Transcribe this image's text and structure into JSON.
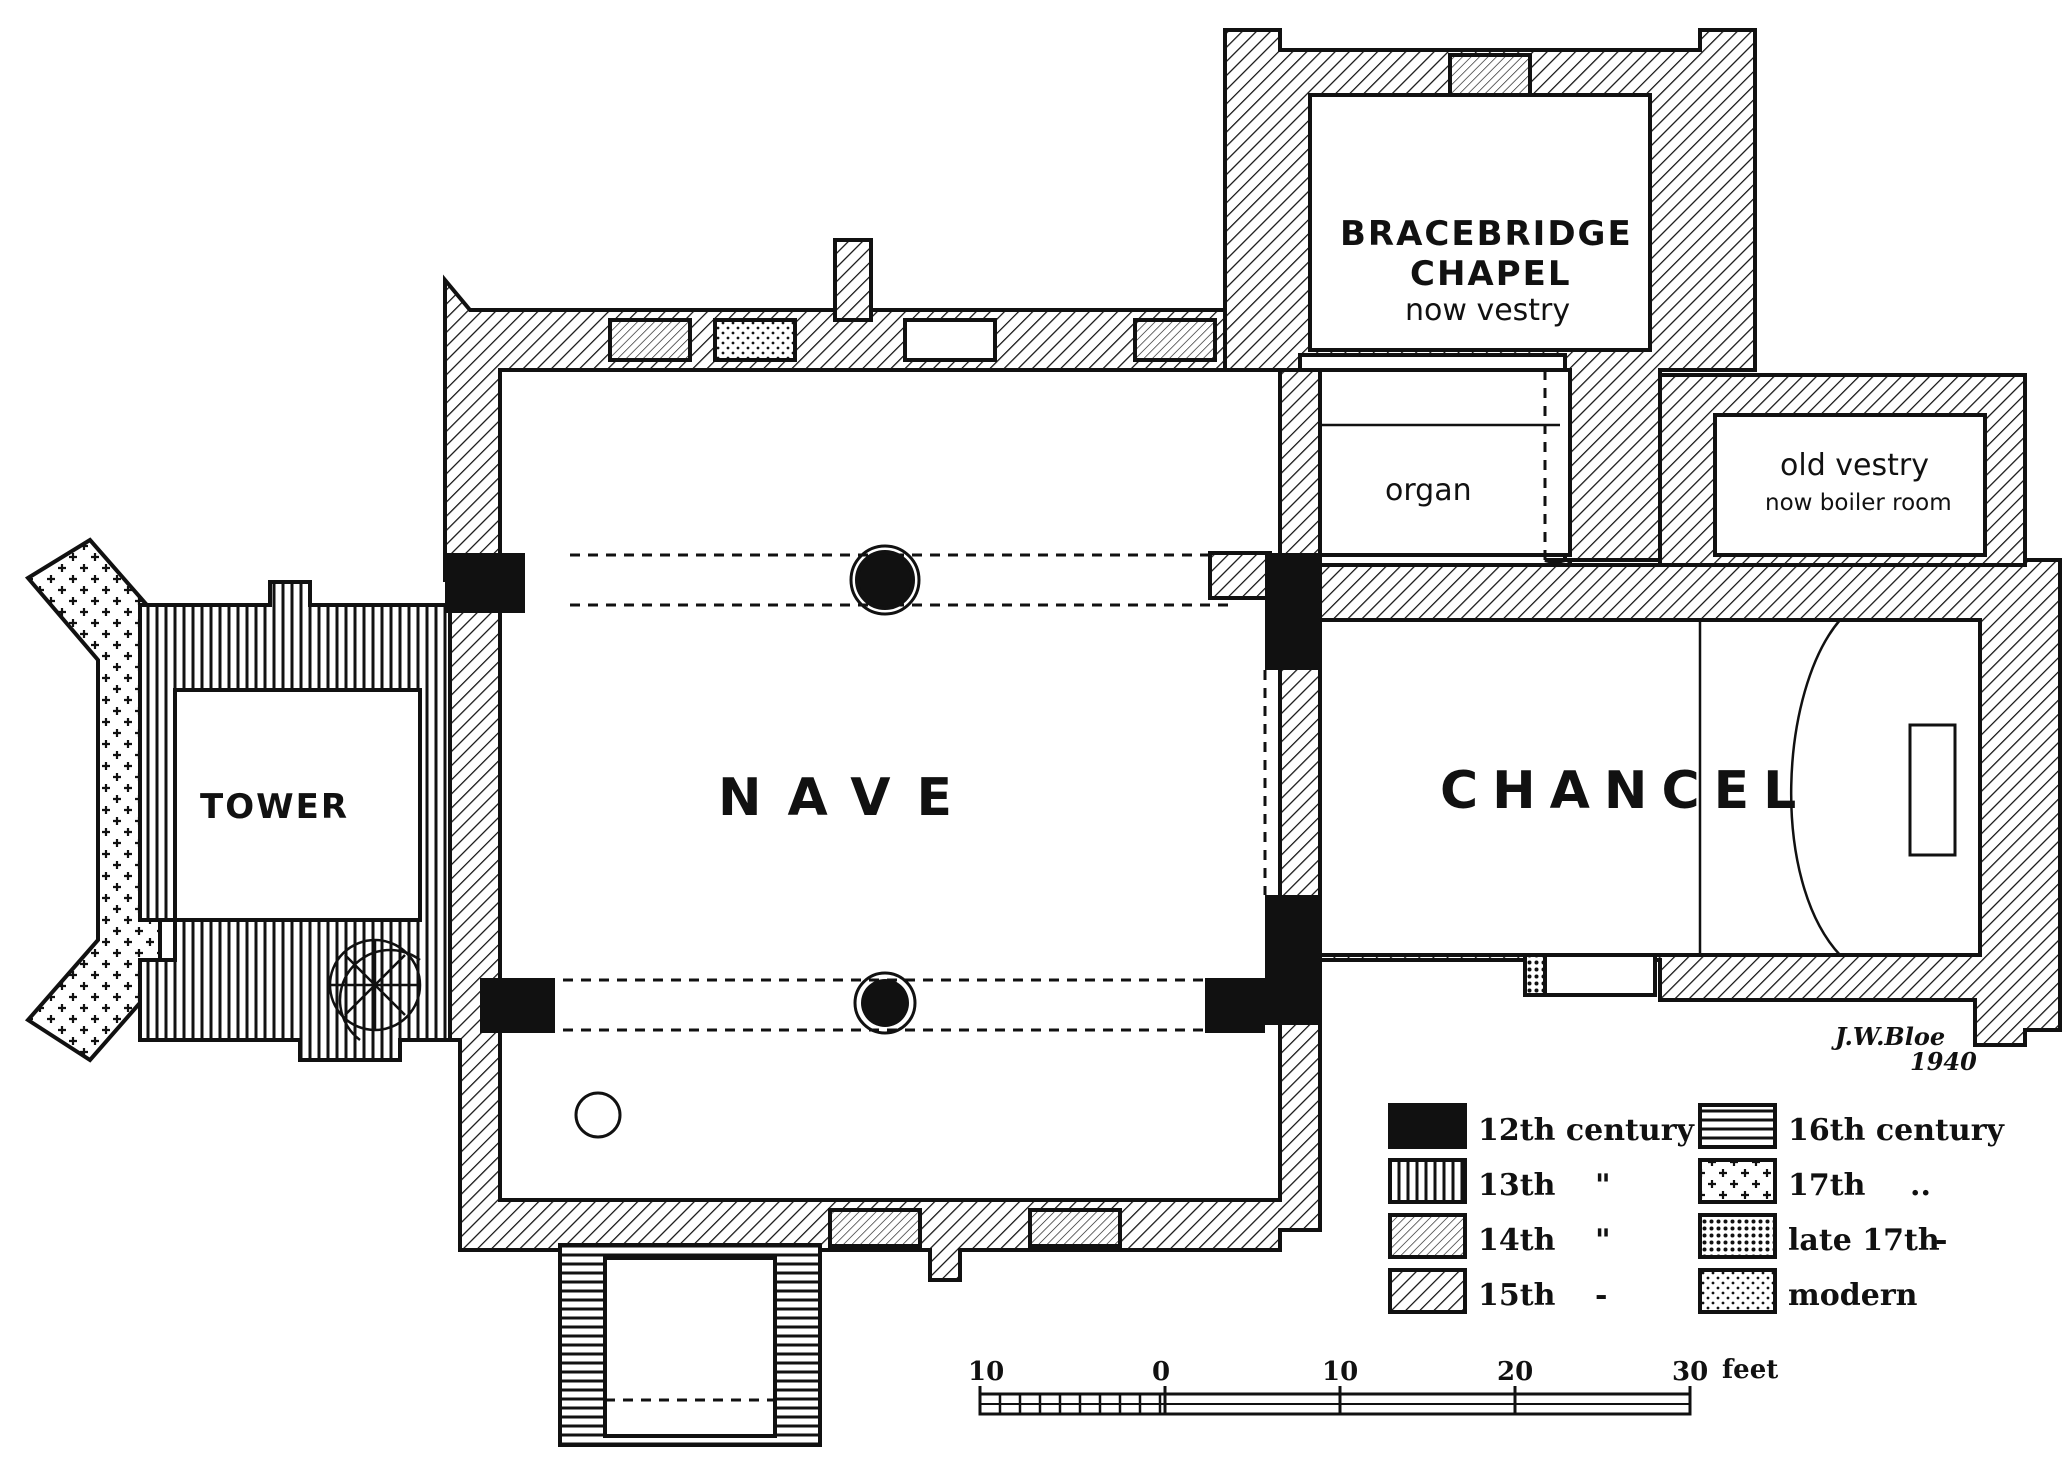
{
  "rooms": {
    "tower": "TOWER",
    "nave": "NAVE",
    "chancel": "CHANCEL",
    "bracebridge_line1": "BRACEBRIDGE",
    "bracebridge_line2": "CHAPEL",
    "bracebridge_note": "now vestry",
    "organ": "organ",
    "old_vestry": "old vestry",
    "old_vestry_note": "now boiler room"
  },
  "signature": {
    "name": "J.W.Bloe",
    "year": "1940"
  },
  "legend": [
    {
      "label": "12th century",
      "pattern": "solid"
    },
    {
      "label": "13th",
      "mark": "\"",
      "pattern": "vertical"
    },
    {
      "label": "14th",
      "mark": "\"",
      "pattern": "fine-diagonal"
    },
    {
      "label": "15th",
      "mark": "-",
      "pattern": "diagonal"
    },
    {
      "label": "16th century",
      "pattern": "horizontal"
    },
    {
      "label": "17th",
      "mark": "..",
      "pattern": "crosses"
    },
    {
      "label": "late 17th",
      "mark": "-",
      "pattern": "dense-dots"
    },
    {
      "label": "modern",
      "pattern": "dots"
    }
  ],
  "scale": {
    "ticks": [
      "10",
      "0",
      "10",
      "20",
      "30"
    ],
    "unit": "feet"
  },
  "colors": {
    "ink": "#111111",
    "paper": "#ffffff"
  }
}
